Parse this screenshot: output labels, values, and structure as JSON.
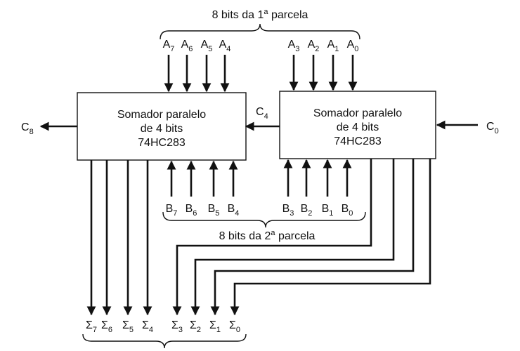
{
  "top_caption": {
    "text": "8 bits da 1",
    "sup": "a",
    "rest": " parcela"
  },
  "bottom_caption": {
    "text": "8 bits da 2",
    "sup": "a",
    "rest": " parcela"
  },
  "left_adder": {
    "line1": "Somador paralelo",
    "line2": "de 4 bits",
    "line3": "74HC283"
  },
  "right_adder": {
    "line1": "Somador paralelo",
    "line2": "de 4 bits",
    "line3": "74HC283"
  },
  "carry": {
    "c8": {
      "main": "C",
      "sub": "8"
    },
    "c4": {
      "main": "C",
      "sub": "4"
    },
    "c0": {
      "main": "C",
      "sub": "0"
    }
  },
  "a_inputs": [
    {
      "main": "A",
      "sub": "7"
    },
    {
      "main": "A",
      "sub": "6"
    },
    {
      "main": "A",
      "sub": "5"
    },
    {
      "main": "A",
      "sub": "4"
    },
    {
      "main": "A",
      "sub": "3"
    },
    {
      "main": "A",
      "sub": "2"
    },
    {
      "main": "A",
      "sub": "1"
    },
    {
      "main": "A",
      "sub": "0"
    }
  ],
  "b_inputs": [
    {
      "main": "B",
      "sub": "7"
    },
    {
      "main": "B",
      "sub": "6"
    },
    {
      "main": "B",
      "sub": "5"
    },
    {
      "main": "B",
      "sub": "4"
    },
    {
      "main": "B",
      "sub": "3"
    },
    {
      "main": "B",
      "sub": "2"
    },
    {
      "main": "B",
      "sub": "1"
    },
    {
      "main": "B",
      "sub": "0"
    }
  ],
  "sum_outputs": [
    {
      "main": "Σ",
      "sub": "7"
    },
    {
      "main": "Σ",
      "sub": "6"
    },
    {
      "main": "Σ",
      "sub": "5"
    },
    {
      "main": "Σ",
      "sub": "4"
    },
    {
      "main": "Σ",
      "sub": "3"
    },
    {
      "main": "Σ",
      "sub": "2"
    },
    {
      "main": "Σ",
      "sub": "1"
    },
    {
      "main": "Σ",
      "sub": "0"
    }
  ]
}
